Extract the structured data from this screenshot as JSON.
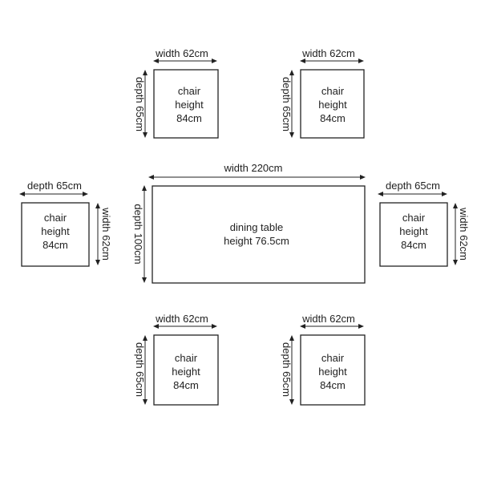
{
  "table": {
    "label_line1": "dining table",
    "label_line2": "height 76.5cm",
    "width_label": "width 220cm",
    "depth_label": "depth 100cm"
  },
  "chairs": {
    "top_left": {
      "line1": "chair",
      "line2": "height",
      "line3": "84cm",
      "width_label": "width 62cm",
      "depth_label": "depth 65cm"
    },
    "top_right": {
      "line1": "chair",
      "line2": "height",
      "line3": "84cm",
      "width_label": "width 62cm",
      "depth_label": "depth 65cm"
    },
    "left": {
      "line1": "chair",
      "line2": "height",
      "line3": "84cm",
      "width_label": "width 62cm",
      "depth_label": "depth 65cm"
    },
    "right": {
      "line1": "chair",
      "line2": "height",
      "line3": "84cm",
      "width_label": "width 62cm",
      "depth_label": "depth 65cm"
    },
    "bottom_left": {
      "line1": "chair",
      "line2": "height",
      "line3": "84cm",
      "width_label": "width 62cm",
      "depth_label": "depth 65cm"
    },
    "bottom_right": {
      "line1": "chair",
      "line2": "height",
      "line3": "84cm",
      "width_label": "width 62cm",
      "depth_label": "depth 65cm"
    }
  },
  "colors": {
    "line": "#222222",
    "background": "#ffffff"
  }
}
